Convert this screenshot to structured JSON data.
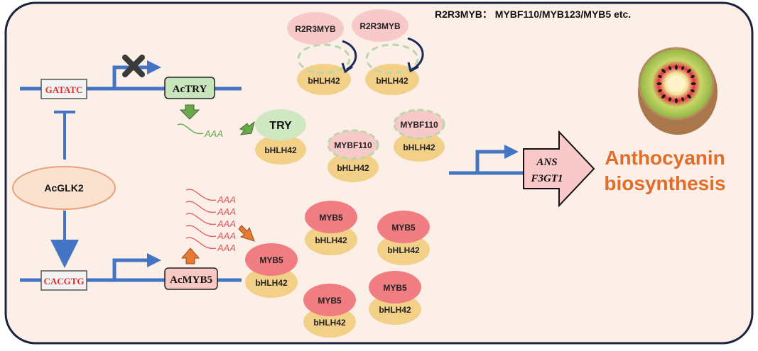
{
  "header_note": "R2R3MYB： MYBF110/MYB123/MYB5 etc.",
  "upper_promoter": {
    "motif": "GATATC",
    "gene": "AcTRY",
    "transcript": "AAA"
  },
  "regulator": "AcGLK2",
  "lower_promoter": {
    "motif": "CACGTG",
    "gene": "AcMYB5",
    "transcripts": [
      "AAA",
      "AAA",
      "AAA",
      "AAA",
      "AAA"
    ]
  },
  "complexes": {
    "r2r3myb": [
      "R2R3MYB",
      "R2R3MYB"
    ],
    "r2r3myb_partners": [
      "bHLH42",
      "bHLH42"
    ],
    "try": {
      "top": "TRY",
      "bottom": "bHLH42"
    },
    "mybf110": [
      {
        "top": "MYBF110",
        "bottom": "bHLH42"
      },
      {
        "top": "MYBF110",
        "bottom": "bHLH42"
      }
    ],
    "myb5": [
      {
        "top": "MYB5",
        "bottom": "bHLH42"
      },
      {
        "top": "MYB5",
        "bottom": "bHLH42"
      },
      {
        "top": "MYB5",
        "bottom": "bHLH42"
      },
      {
        "top": "MYB5",
        "bottom": "bHLH42"
      },
      {
        "top": "MYB5",
        "bottom": "bHLH42"
      }
    ]
  },
  "target_genes": [
    "ANS",
    "F3GT1"
  ],
  "outcome": [
    "Anthocyanin",
    "biosynthesis"
  ],
  "colors": {
    "panel_fill": "#fcefe8",
    "border": "#1c2340",
    "dna": "#4474c4",
    "motif_text": "#e0302e",
    "glk_fill": "#fbe1cf",
    "glk_stroke": "#e8a27a",
    "tf_green": "#cfe8c2",
    "tf_pink": "#f5a5a5",
    "myb5": "#ef7d82",
    "bhlh": "#f2d088",
    "arrow_green": "#6aa84f",
    "arrow_orange": "#e67a33",
    "big_arrow": "#f9c9c9",
    "outcome_text": "#e06d2a",
    "mrna_red": "#e05a5a"
  },
  "icons": [
    "block-x-icon",
    "kiwi-fruit-icon"
  ]
}
